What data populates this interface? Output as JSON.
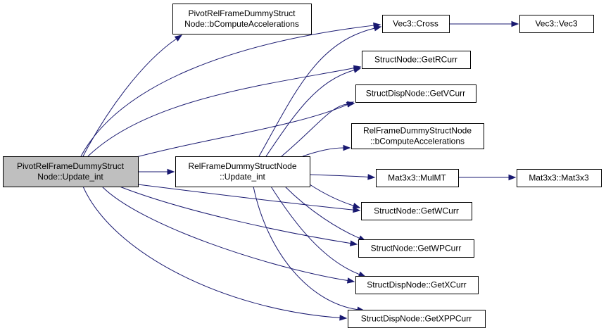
{
  "graph": {
    "nodes": [
      {
        "id": "root",
        "lines": [
          "PivotRelFrameDummyStruct",
          "Node::Update_int"
        ],
        "highlighted": true
      },
      {
        "id": "pivot_bcompute",
        "lines": [
          "PivotRelFrameDummyStruct",
          "Node::bComputeAccelerations"
        ]
      },
      {
        "id": "relframe_update",
        "lines": [
          "RelFrameDummyStructNode",
          "::Update_int"
        ]
      },
      {
        "id": "vec3_cross",
        "lines": [
          "Vec3::Cross"
        ]
      },
      {
        "id": "vec3_vec3",
        "lines": [
          "Vec3::Vec3"
        ]
      },
      {
        "id": "getrcurr",
        "lines": [
          "StructNode::GetRCurr"
        ]
      },
      {
        "id": "getvcurr",
        "lines": [
          "StructDispNode::GetVCurr"
        ]
      },
      {
        "id": "relframe_bcompute",
        "lines": [
          "RelFrameDummyStructNode",
          "::bComputeAccelerations"
        ]
      },
      {
        "id": "mulmt",
        "lines": [
          "Mat3x3::MulMT"
        ]
      },
      {
        "id": "mat3x3",
        "lines": [
          "Mat3x3::Mat3x3"
        ]
      },
      {
        "id": "getwcurr",
        "lines": [
          "StructNode::GetWCurr"
        ]
      },
      {
        "id": "getwpcurr",
        "lines": [
          "StructNode::GetWPCurr"
        ]
      },
      {
        "id": "getxcurr",
        "lines": [
          "StructDispNode::GetXCurr"
        ]
      },
      {
        "id": "getxppcurr",
        "lines": [
          "StructDispNode::GetXPPCurr"
        ]
      }
    ],
    "edges": [
      {
        "from": "root",
        "to": "pivot_bcompute"
      },
      {
        "from": "root",
        "to": "vec3_cross"
      },
      {
        "from": "root",
        "to": "getrcurr"
      },
      {
        "from": "root",
        "to": "getvcurr"
      },
      {
        "from": "root",
        "to": "relframe_update"
      },
      {
        "from": "root",
        "to": "getwcurr"
      },
      {
        "from": "root",
        "to": "getwpcurr"
      },
      {
        "from": "root",
        "to": "getxcurr"
      },
      {
        "from": "root",
        "to": "getxppcurr"
      },
      {
        "from": "relframe_update",
        "to": "vec3_cross"
      },
      {
        "from": "relframe_update",
        "to": "getrcurr"
      },
      {
        "from": "relframe_update",
        "to": "getvcurr"
      },
      {
        "from": "relframe_update",
        "to": "relframe_bcompute"
      },
      {
        "from": "relframe_update",
        "to": "mulmt"
      },
      {
        "from": "relframe_update",
        "to": "getwcurr"
      },
      {
        "from": "relframe_update",
        "to": "getwpcurr"
      },
      {
        "from": "relframe_update",
        "to": "getxcurr"
      },
      {
        "from": "relframe_update",
        "to": "getxppcurr"
      },
      {
        "from": "vec3_cross",
        "to": "vec3_vec3"
      },
      {
        "from": "mulmt",
        "to": "mat3x3"
      }
    ]
  },
  "colors": {
    "edge": "#191970",
    "node_fill": "#ffffff",
    "root_fill": "#bfbfbf",
    "node_border": "#000000"
  }
}
